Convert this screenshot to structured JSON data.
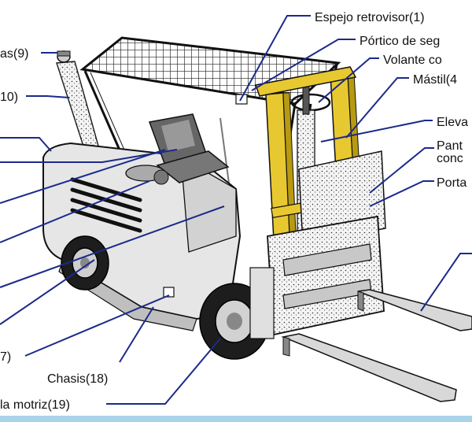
{
  "labels": {
    "espejo": "Espejo retrovisor(1)",
    "portico": "Pórtico de seg",
    "volante": "Volante co",
    "mastil": "Mástil(4",
    "eleva": "Eleva",
    "pant1": "Pant",
    "pant2": "conc",
    "porta": "Porta",
    "l9": "as(9)",
    "l10": "10)",
    "l7": "7)",
    "chasis": "Chasis(18)",
    "motriz": "la motriz(19)"
  },
  "colors": {
    "leader": "#1b2a8a",
    "mast": "#e8c830",
    "body": "#e6e6e6",
    "band": "#a8d4ea"
  }
}
